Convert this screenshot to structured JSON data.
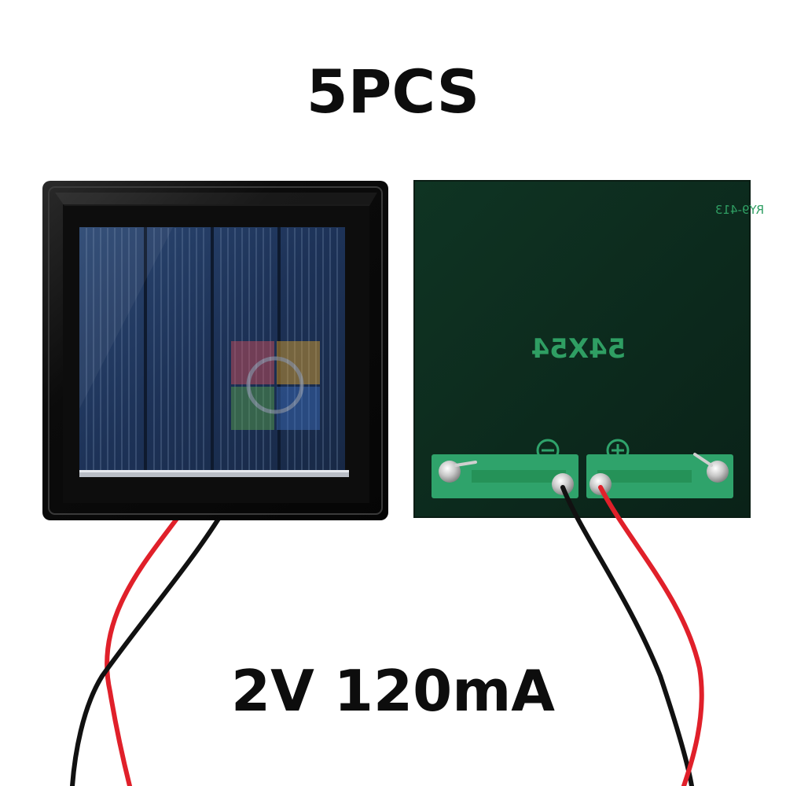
{
  "headline": {
    "quantity": "5PCS",
    "spec": "2V 120mA"
  },
  "back_board": {
    "model_code": "RY9-413",
    "size_code": "54X54",
    "negative_symbol": "⊖",
    "positive_symbol": "⊕"
  },
  "colors": {
    "frame": "#0a0a0a",
    "cell": "#1f3358",
    "cell_line": "#6f86a8",
    "pcb": "#0c2a1d",
    "trace": "#2fa36b",
    "wire_red": "#e0202a",
    "wire_black": "#111111"
  }
}
